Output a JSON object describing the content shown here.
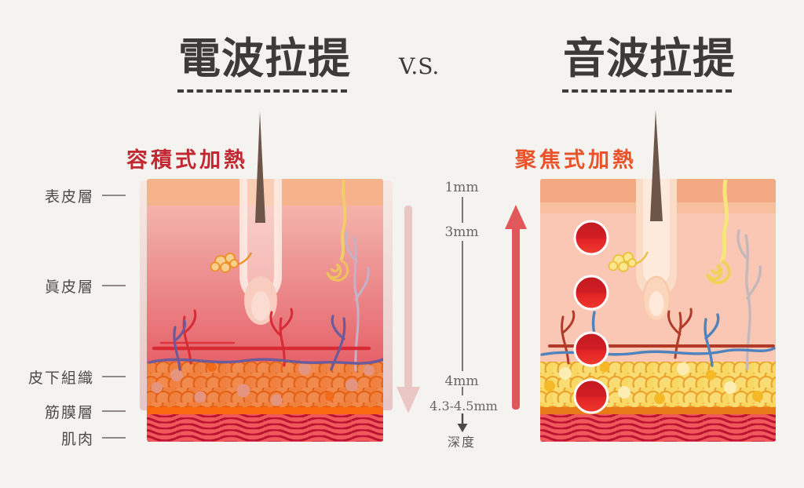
{
  "header": {
    "left_title": "電波拉提",
    "versus": "V.S.",
    "right_title": "音波拉提"
  },
  "panels": {
    "left": {
      "heating_label": "容積式加熱",
      "heating_color": "#c22832",
      "arrow_direction": "down"
    },
    "right": {
      "heating_label": "聚焦式加熱",
      "heating_color": "#ea5329",
      "arrow_direction": "up"
    }
  },
  "skin_layers": [
    {
      "label": "表皮層"
    },
    {
      "label": "眞皮層"
    },
    {
      "label": "皮下組織"
    },
    {
      "label": "筋膜層"
    },
    {
      "label": "肌肉"
    }
  ],
  "depth_scale": {
    "marks": [
      "1mm",
      "3mm",
      "4mm",
      "4.3-4.5mm"
    ],
    "caption": "深度"
  },
  "colors": {
    "title": "#3e3a38",
    "epidermis_left": "#f6b28b",
    "dermis_left_bottom": "#e6636a",
    "dermis_right": "#f9c7b3",
    "fat_left": "#ef7c2c",
    "fat_right": "#f7cf52",
    "fascia": "#f9690f",
    "muscle": "#f0585c",
    "muscle_wave": "#bb1232",
    "focus_ball": "#d01e24",
    "up_arrow": "#e0585c",
    "down_arrow": "#eac7c4"
  }
}
